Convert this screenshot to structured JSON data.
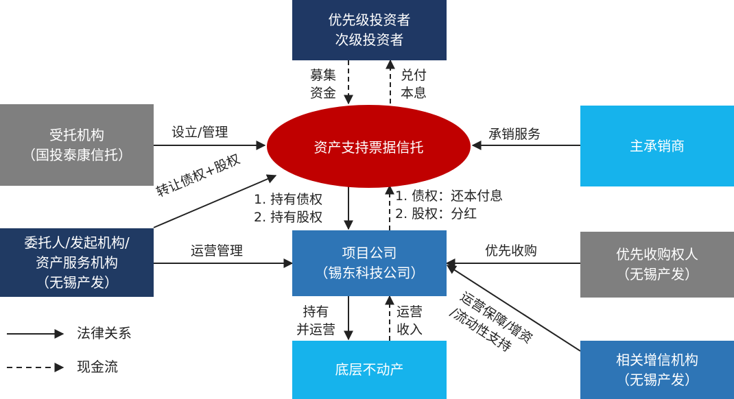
{
  "nodes": {
    "investors": [
      "优先级投资者",
      "次级投资者"
    ],
    "trustee": [
      "受托机构",
      "（国投泰康信托）"
    ],
    "center": "资产支持票据信托",
    "underwriter": "主承销商",
    "originator": [
      "委托人/发起机构/",
      "资产服务机构",
      "（无锡产发）"
    ],
    "project": [
      "项目公司",
      "（锡东科技公司）"
    ],
    "purchaser": [
      "优先收购权人",
      "（无锡产发）"
    ],
    "property": "底层不动产",
    "credit": [
      "相关增信机构",
      "（无锡产发）"
    ]
  },
  "edges": {
    "raise": [
      "募集",
      "资金"
    ],
    "payout": [
      "兑付",
      "本息"
    ],
    "establish": "设立/管理",
    "underwrite": "承销服务",
    "transfer": "转让债权+股权",
    "hold": [
      "1. 持有债权",
      "2. 持有股权"
    ],
    "repay": [
      "1. 债权：还本付息",
      "2. 股权：分红"
    ],
    "operate_manage": "运营管理",
    "priority_purchase": "优先收购",
    "hold_operate": [
      "持有",
      "并运营"
    ],
    "op_income": [
      "运营",
      "收入"
    ],
    "support": [
      "运营保障/增资",
      "/流动性支持"
    ]
  },
  "legend": {
    "legal": "法律关系",
    "cash": "现金流"
  }
}
